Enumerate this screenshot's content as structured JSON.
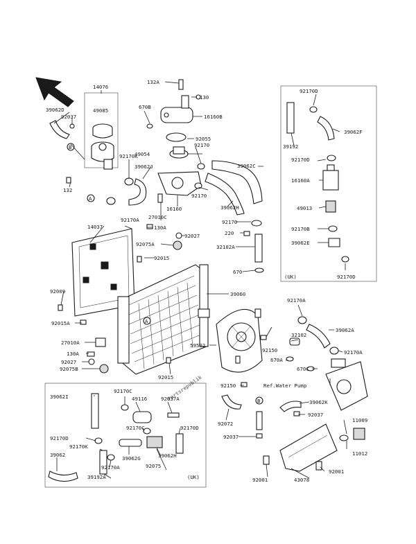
{
  "labels": {
    "l_14076": "14076",
    "l_49085": "49085",
    "l_39062d": "39062D",
    "l_92037a": "92037",
    "l_92170k": "92170K",
    "l_b1": "B",
    "l_132b": "132",
    "l_a1": "A",
    "l_132a": "132A",
    "l_130": "130",
    "l_16160b": "16160B",
    "l_670b": "670B",
    "l_92055": "92055",
    "l_49054": "49054",
    "l_92170a1": "92170",
    "l_39062j": "39062J",
    "l_39062c": "39062C",
    "l_16160": "16160",
    "l_92170a2": "92170",
    "l_39062h": "39062H",
    "l_27010c": "27010C",
    "l_14037": "14037",
    "l_92170a": "92170A",
    "l_130a": "130A",
    "l_92027a": "92027",
    "l_92075a": "92075A",
    "l_92015a": "92015",
    "l_92170b": "92170",
    "l_220": "220",
    "l_32102a": "32102A",
    "l_670": "670",
    "l_92009": "92009",
    "l_92015a2": "92015A",
    "l_a2": "A",
    "l_39060": "39060",
    "l_27010a": "27010A",
    "l_130ab": "130A",
    "l_92027b": "92027",
    "l_92075b": "92075B",
    "l_92015b": "92015",
    "l_59502": "59502",
    "l_92150a": "92150",
    "l_670a": "670A",
    "l_32102": "32102",
    "l_670c": "670C",
    "l_92170a3": "92170A",
    "l_39062a": "39062A",
    "l_92170a4": "92170A",
    "l_92150b": "92150",
    "l_refwater": "Ref.Water Pump",
    "l_92170d1": "92170D",
    "l_39062f": "39062F",
    "l_39192": "39192",
    "l_92170d2": "92170D",
    "l_16160a": "16160A",
    "l_49013": "49013",
    "l_92170b2": "92170B",
    "l_39062e": "39062E",
    "l_uk1": "(UK)",
    "l_92170d3": "92170D",
    "l_39062i": "39062I",
    "l_92170c": "92170C",
    "l_49116": "49116",
    "l_92037a2": "92037A",
    "l_92170c2": "92170C",
    "l_92170d4": "92170D",
    "l_92170d5": "92170D",
    "l_92170k2": "92170K",
    "l_39062g": "39062G",
    "l_39062h2": "39062H",
    "l_39062": "39062",
    "l_92170a5": "92170A",
    "l_92075": "92075",
    "l_39192a": "39192A",
    "l_uk2": "(UK)",
    "l_92072": "92072",
    "l_b2": "B",
    "l_39062k": "39062K",
    "l_92037b": "92037",
    "l_92037c": "92037",
    "l_11009": "11009",
    "l_11012": "11012",
    "l_92001a": "92001",
    "l_43078": "43078",
    "l_92001b": "92001"
  },
  "watermark": "Partsrepublik",
  "icons": {
    "direction_arrow": "arrow-up-left-icon"
  },
  "colors": {
    "ink": "#1a1a1a",
    "paper": "#ffffff",
    "watermark": "#cfcfcf"
  }
}
